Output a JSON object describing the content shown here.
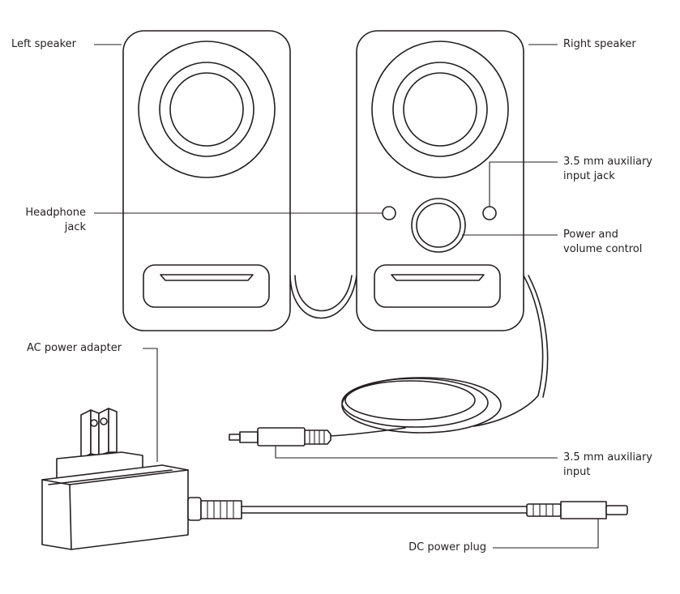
{
  "labels": {
    "left_speaker": "Left speaker",
    "right_speaker": "Right speaker",
    "aux_jack": "3.5 mm auxiliary\ninput jack",
    "headphone_jack": "Headphone\njack",
    "power_volume": "Power and\nvolume control",
    "ac_adapter": "AC power adapter",
    "aux_input": "3.5 mm auxiliary\ninput",
    "dc_plug": "DC power plug"
  }
}
